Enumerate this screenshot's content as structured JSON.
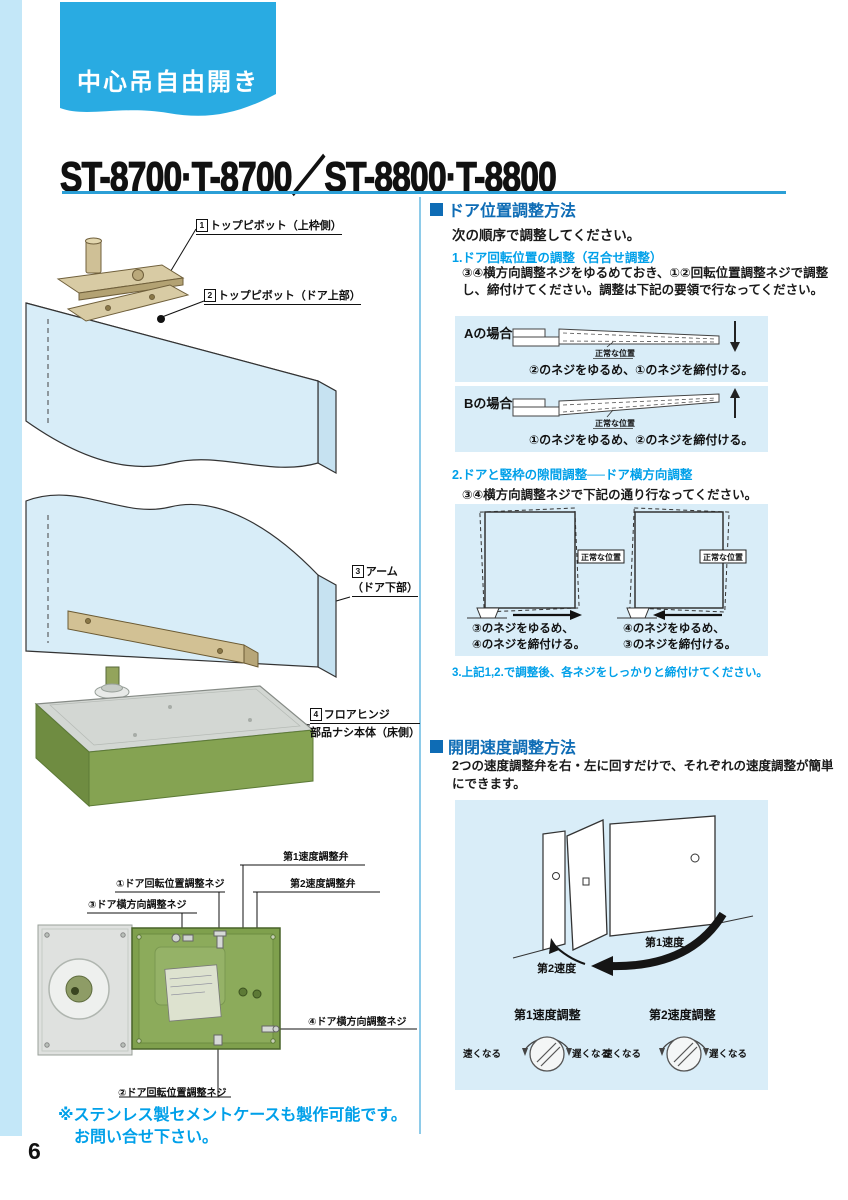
{
  "page": {
    "tag": "中心吊自由開き",
    "title": "ST-8700·T-8700／ST-8800·T-8800",
    "number": "6"
  },
  "left_diagram": {
    "part1_num": "1",
    "part1": "トップピボット（上枠側）",
    "part2_num": "2",
    "part2": "トップピボット（ドア上部）",
    "part3_num": "3",
    "part3_line1": "アーム",
    "part3_line2": "（ドア下部）",
    "part4_num": "4",
    "part4_line1": "フロアヒンジ",
    "part4_line2": "部品ナシ本体（床側）",
    "valve1_label": "第1速度調整弁",
    "valve2_label": "第2速度調整弁",
    "screw1": "①ドア回転位置調整ネジ",
    "screw2": "②ドア回転位置調整ネジ",
    "screw3": "③ドア横方向調整ネジ",
    "screw4": "④ドア横方向調整ネジ",
    "note_line1": "※ステンレス製セメントケースも製作可能です。",
    "note_line2": "お問い合せ下さい。"
  },
  "adjust": {
    "header": "ドア位置調整方法",
    "intro": "次の順序で調整してください。",
    "step1_title": "1.ドア回転位置の調整（召合せ調整）",
    "step1_body": "③④横方向調整ネジをゆるめておき、①②回転位置調整ネジで調整し、締付けてください。調整は下記の要領で行なってください。",
    "caseA_label": "Aの場合",
    "caseA_normal": "正常な位置",
    "caseA_caption": "②のネジをゆるめ、①のネジを締付ける。",
    "caseB_label": "Bの場合",
    "caseB_normal": "正常な位置",
    "caseB_caption": "①のネジをゆるめ、②のネジを締付ける。",
    "step2_title": "2.ドアと竪枠の隙間調整──ドア横方向調整",
    "step2_body": "③④横方向調整ネジで下記の通り行なってください。",
    "d1_normal": "正常な位置",
    "d1_cap1": "③のネジをゆるめ、",
    "d1_cap2": "④のネジを締付ける。",
    "d2_normal": "正常な位置",
    "d2_cap1": "④のネジをゆるめ、",
    "d2_cap2": "③のネジを締付ける。",
    "step3_title": "3.上記1,2.で調整後、各ネジをしっかりと締付けてください。"
  },
  "speed": {
    "header": "開閉速度調整方法",
    "body": "2つの速度調整弁を右・左に回すだけで、それぞれの速度調整が簡単にできます。",
    "arc_speed1": "第1速度",
    "arc_speed2": "第2速度",
    "valve1_title": "第1速度調整",
    "valve1_left": "速くなる",
    "valve1_right": "遅くなる",
    "valve2_title": "第2速度調整",
    "valve2_left": "速くなる",
    "valve2_right": "遅くなる"
  }
}
